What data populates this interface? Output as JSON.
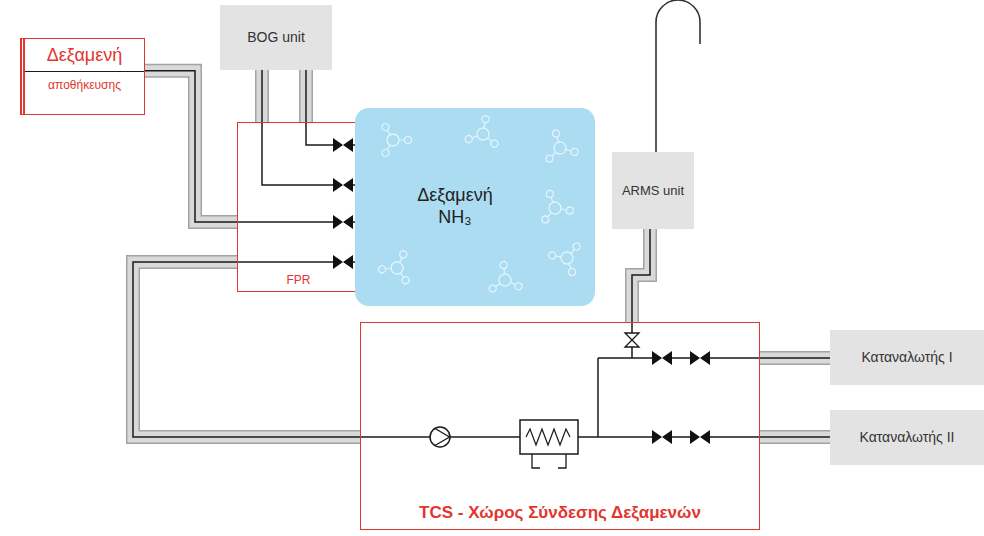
{
  "diagram": {
    "nodes": [
      {
        "text": [
          "BOG unit"
        ]
      },
      {
        "text": [
          "Δεξαμενή",
          "αποθήκευσης"
        ]
      },
      {
        "text": [
          "FPR"
        ]
      },
      {
        "text": [
          "Δεξαμενή NH₃"
        ]
      },
      {
        "text": [
          "ARMS unit"
        ]
      },
      {
        "text": [
          "TCS - Χώρος Σύνδεσης Δεξαμενών"
        ]
      },
      {
        "text": [
          "Καταναλωτής I"
        ]
      },
      {
        "text": [
          "Καταναλωτής II"
        ]
      }
    ],
    "edges": [
      {
        "from": 0,
        "to": 2,
        "arrow": "none"
      },
      {
        "from": 0,
        "to": 2,
        "arrow": "none"
      },
      {
        "from": 1,
        "to": 2,
        "arrow": "none"
      },
      {
        "from": 2,
        "to": 5,
        "arrow": "none"
      },
      {
        "from": 5,
        "to": 4,
        "arrow": "none"
      },
      {
        "from": 5,
        "to": 6,
        "arrow": "none"
      },
      {
        "from": 5,
        "to": 7,
        "arrow": "none"
      }
    ]
  }
}
